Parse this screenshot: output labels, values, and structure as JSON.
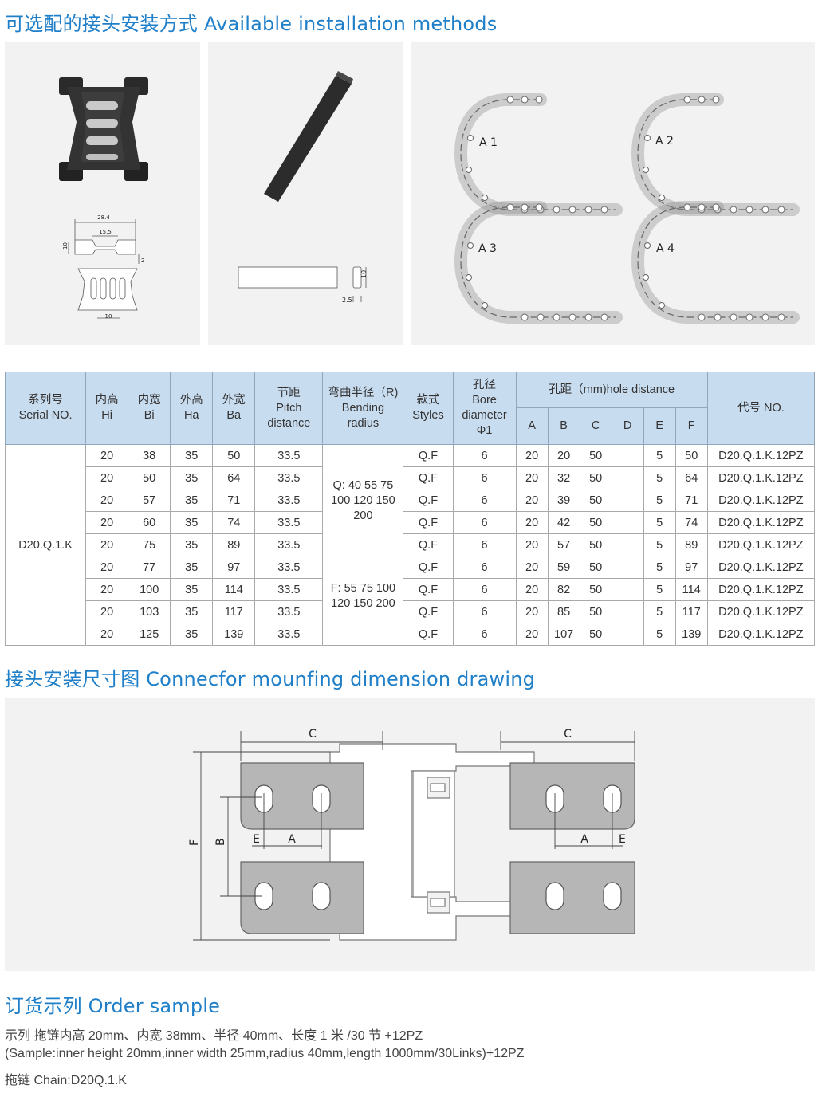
{
  "sections": {
    "installation_title": "可选配的接头安装方式 Available installation methods",
    "drawing_title": "接头安装尺寸图 Connecfor mounfing dimension drawing",
    "order_title": "订货示列 Order sample"
  },
  "connector_drawing": {
    "dim_width": "28.4",
    "dim_inner": "15.5",
    "dim_height": "10",
    "dim_gap": "2",
    "dim_bottom": "10"
  },
  "strip_drawing": {
    "dim_thickness": "2.5",
    "dim_height": "10"
  },
  "chain_labels": [
    "A 1",
    "A 2",
    "A 3",
    "A 4"
  ],
  "table": {
    "headers": {
      "serial": [
        "系列号",
        "Serial NO."
      ],
      "hi": [
        "内高",
        "Hi"
      ],
      "bi": [
        "内宽",
        "Bi"
      ],
      "ha": [
        "外高",
        "Ha"
      ],
      "ba": [
        "外宽",
        "Ba"
      ],
      "pitch": [
        "节距",
        "Pitch",
        "distance"
      ],
      "radius": [
        "弯曲半径（R)",
        "Bending",
        "radius"
      ],
      "styles": [
        "款式",
        "Styles"
      ],
      "bore": [
        "孔径",
        "Bore",
        "diameter",
        "Φ1"
      ],
      "hole_distance": "孔距（mm)hole distance",
      "hole_cols": [
        "A",
        "B",
        "C",
        "D",
        "E",
        "F"
      ],
      "code": "代号  NO."
    },
    "serial_value": "D20.Q.1.K",
    "radius_q": [
      "Q: 40  55  75",
      "100  120  150",
      "200"
    ],
    "radius_f": [
      "F: 55  75  100",
      "120  150  200"
    ],
    "rows": [
      [
        "20",
        "38",
        "35",
        "50",
        "33.5",
        "Q.F",
        "6",
        "20",
        "20",
        "50",
        "",
        "5",
        "50",
        "D20.Q.1.K.12PZ"
      ],
      [
        "20",
        "50",
        "35",
        "64",
        "33.5",
        "Q.F",
        "6",
        "20",
        "32",
        "50",
        "",
        "5",
        "64",
        "D20.Q.1.K.12PZ"
      ],
      [
        "20",
        "57",
        "35",
        "71",
        "33.5",
        "Q.F",
        "6",
        "20",
        "39",
        "50",
        "",
        "5",
        "71",
        "D20.Q.1.K.12PZ"
      ],
      [
        "20",
        "60",
        "35",
        "74",
        "33.5",
        "Q.F",
        "6",
        "20",
        "42",
        "50",
        "",
        "5",
        "74",
        "D20.Q.1.K.12PZ"
      ],
      [
        "20",
        "75",
        "35",
        "89",
        "33.5",
        "Q.F",
        "6",
        "20",
        "57",
        "50",
        "",
        "5",
        "89",
        "D20.Q.1.K.12PZ"
      ],
      [
        "20",
        "77",
        "35",
        "97",
        "33.5",
        "Q.F",
        "6",
        "20",
        "59",
        "50",
        "",
        "5",
        "97",
        "D20.Q.1.K.12PZ"
      ],
      [
        "20",
        "100",
        "35",
        "114",
        "33.5",
        "Q.F",
        "6",
        "20",
        "82",
        "50",
        "",
        "5",
        "114",
        "D20.Q.1.K.12PZ"
      ],
      [
        "20",
        "103",
        "35",
        "117",
        "33.5",
        "Q.F",
        "6",
        "20",
        "85",
        "50",
        "",
        "5",
        "117",
        "D20.Q.1.K.12PZ"
      ],
      [
        "20",
        "125",
        "35",
        "139",
        "33.5",
        "Q.F",
        "6",
        "20",
        "107",
        "50",
        "",
        "5",
        "139",
        "D20.Q.1.K.12PZ"
      ]
    ]
  },
  "mount_drawing": {
    "label_c": "C",
    "label_a": "A",
    "label_e": "E",
    "label_b": "B",
    "label_f": "F"
  },
  "order": {
    "line1": "示列 拖链内高 20mm、内宽 38mm、半径 40mm、长度 1 米 /30 节 +12PZ",
    "line2": "(Sample:inner height 20mm,inner width 25mm,radius 40mm,length 1000mm/30Links)+12PZ",
    "line3": "拖链 Chain:D20Q.1.K"
  },
  "colors": {
    "title_blue": "#1f7fc8",
    "header_bg": "#c8dcf0",
    "panel_bg": "#f2f2f2",
    "plate_gray": "#b6b6b6"
  }
}
